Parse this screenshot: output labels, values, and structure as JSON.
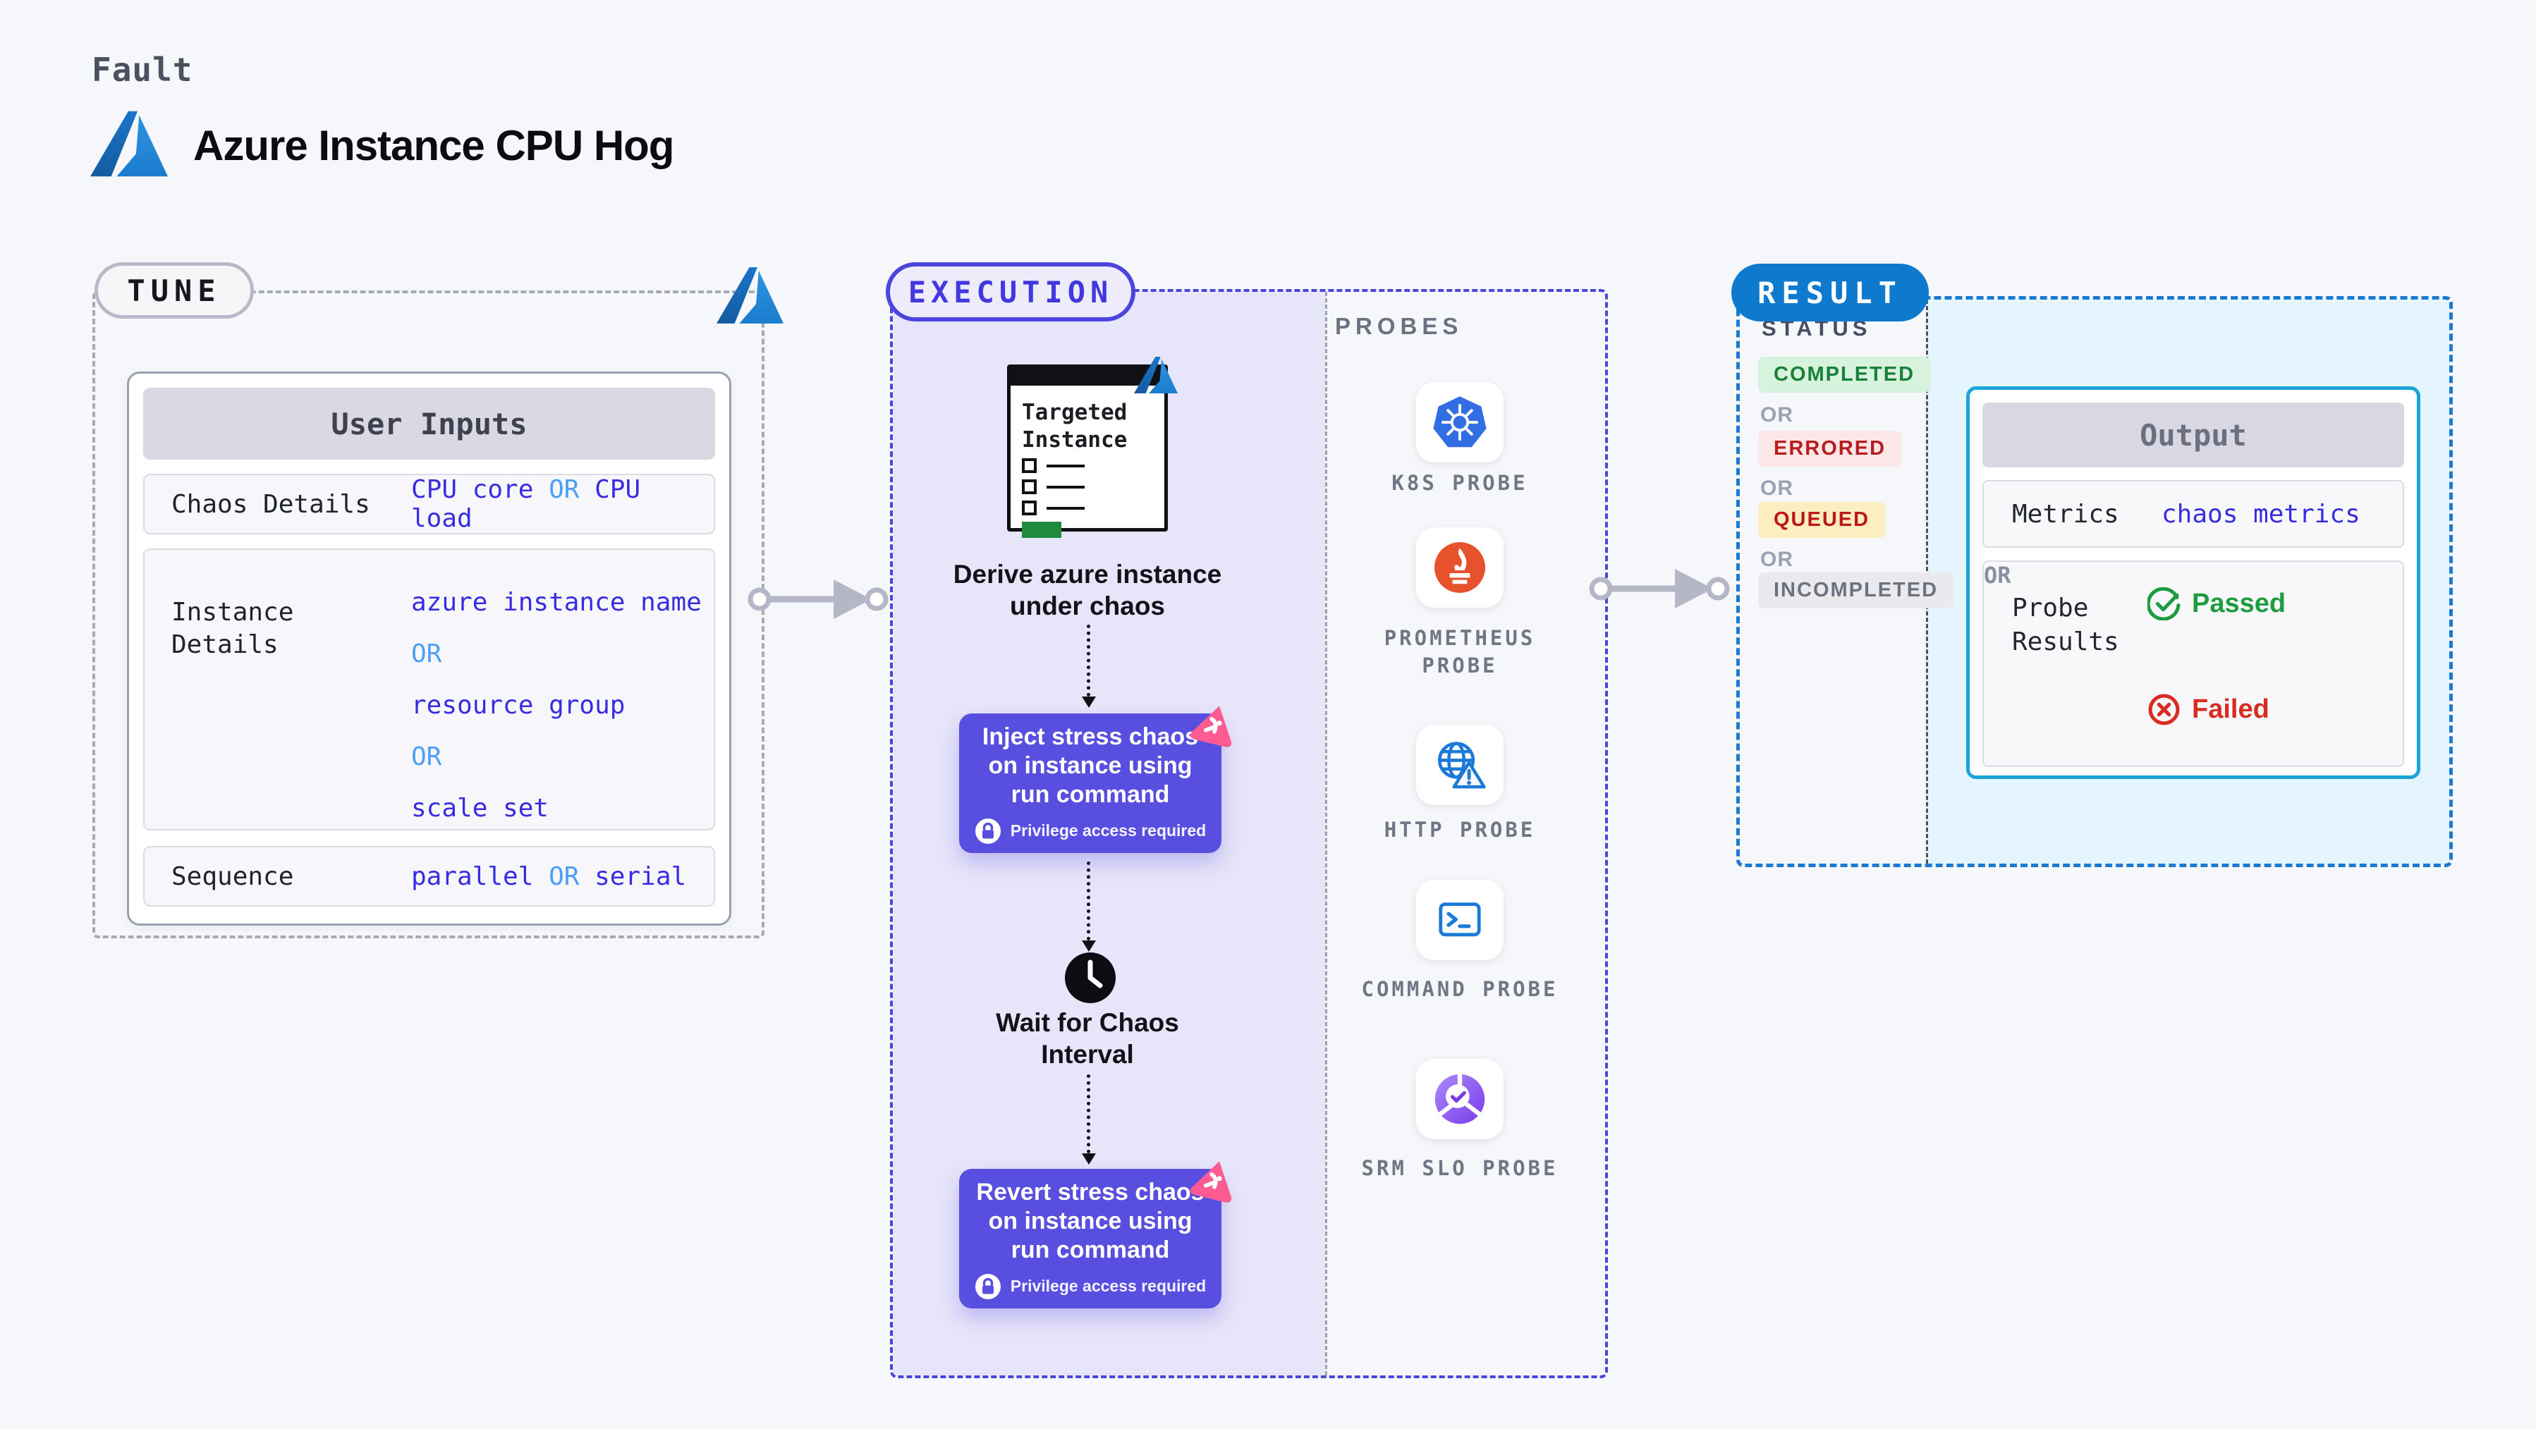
{
  "header": {
    "eyebrow": "Fault",
    "title": "Azure Instance CPU Hog"
  },
  "colors": {
    "accent_indigo": "#4b44df",
    "purple_step": "#584ee0",
    "result_blue": "#0e7ace",
    "output_border_cyan": "#1ba4da",
    "value_blue": "#382ce2",
    "or_light_blue": "#4d9ff6",
    "litmus_pink": "#ff5b93",
    "passed_green": "#1d9d3f",
    "failed_red": "#d92c20",
    "completed_green": "#188038",
    "errored_red": "#b91c1c",
    "queued_red": "#bf1717",
    "incompleted_gray": "#6c7280",
    "lavender_fill": "#e7e5f9",
    "cyan_fill": "#e4f5fd"
  },
  "tune": {
    "pill": "TUNE",
    "table_header": "User Inputs",
    "chaos_row": {
      "label": "Chaos Details",
      "parts": [
        "CPU core",
        "OR",
        "CPU load"
      ]
    },
    "instance_row": {
      "label": "Instance Details",
      "lines": [
        "azure instance name",
        "OR",
        "resource group",
        "OR",
        "scale set"
      ]
    },
    "sequence_row": {
      "label": "Sequence",
      "parts": [
        "parallel",
        "OR",
        "serial"
      ]
    }
  },
  "execution": {
    "pill": "EXECUTION",
    "target_card_title": "Targeted Instance",
    "derive_label": "Derive azure instance under chaos",
    "inject_label": "Inject stress chaos on instance using run command",
    "wait_label": "Wait for Chaos Interval",
    "revert_label": "Revert stress chaos on instance using run command",
    "privilege_label": "Privilege access required"
  },
  "probes": {
    "heading": "PROBES",
    "items": [
      {
        "label": "K8S PROBE",
        "icon": "kubernetes-icon"
      },
      {
        "label": "PROMETHEUS PROBE",
        "icon": "prometheus-icon"
      },
      {
        "label": "HTTP PROBE",
        "icon": "http-globe-icon"
      },
      {
        "label": "COMMAND PROBE",
        "icon": "terminal-icon"
      },
      {
        "label": "SRM SLO PROBE",
        "icon": "srm-slo-icon"
      }
    ]
  },
  "result": {
    "pill": "RESULT",
    "status_heading": "STATUS",
    "statuses": [
      {
        "label": "COMPLETED",
        "kind": "green"
      },
      {
        "label": "OR"
      },
      {
        "label": "ERRORED",
        "kind": "red"
      },
      {
        "label": "OR"
      },
      {
        "label": "QUEUED",
        "kind": "yellow"
      },
      {
        "label": "OR"
      },
      {
        "label": "INCOMPLETED",
        "kind": "gray"
      }
    ],
    "output": {
      "header": "Output",
      "metrics_label": "Metrics",
      "metrics_value": "chaos metrics",
      "probe_results_label": "Probe Results",
      "passed": "Passed",
      "or": "OR",
      "failed": "Failed"
    }
  }
}
